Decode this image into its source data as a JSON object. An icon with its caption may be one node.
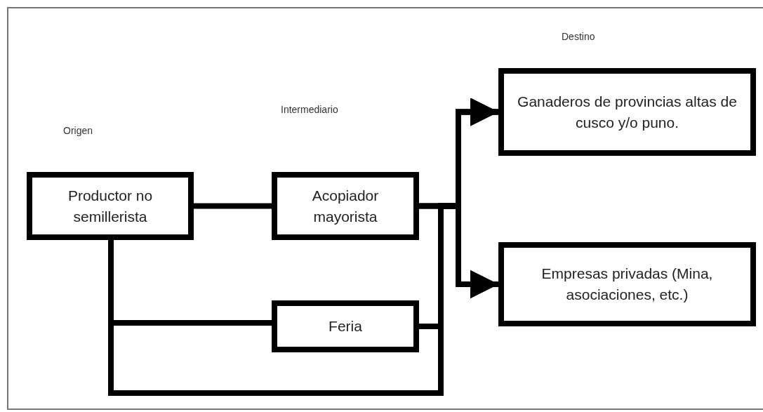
{
  "diagram": {
    "nodes": [
      {
        "text": [
          "Productor  no semillerista"
        ]
      },
      {
        "text": [
          "Acopiador mayorista"
        ]
      },
      {
        "text": [
          "Feria"
        ]
      },
      {
        "text": [
          "Ganaderos de provincias altas de cusco y/o puno."
        ]
      },
      {
        "text": [
          "Empresas privadas (Mina, asociaciones, etc.)"
        ]
      }
    ],
    "edges": [
      {
        "from": 0,
        "to": 1,
        "arrow": "none"
      },
      {
        "from": 1,
        "to": 3,
        "arrow": "to"
      },
      {
        "from": 1,
        "to": 4,
        "arrow": "to"
      },
      {
        "from": 0,
        "to": 2,
        "arrow": "none"
      },
      {
        "from": 2,
        "to": 3,
        "arrow": "to"
      },
      {
        "from": 2,
        "to": 4,
        "arrow": "to"
      },
      {
        "from": 0,
        "to": 3,
        "arrow": "to"
      },
      {
        "from": 0,
        "to": 4,
        "arrow": "to"
      }
    ],
    "labels": [
      "Destino",
      "Intermediario",
      "Origen"
    ]
  }
}
